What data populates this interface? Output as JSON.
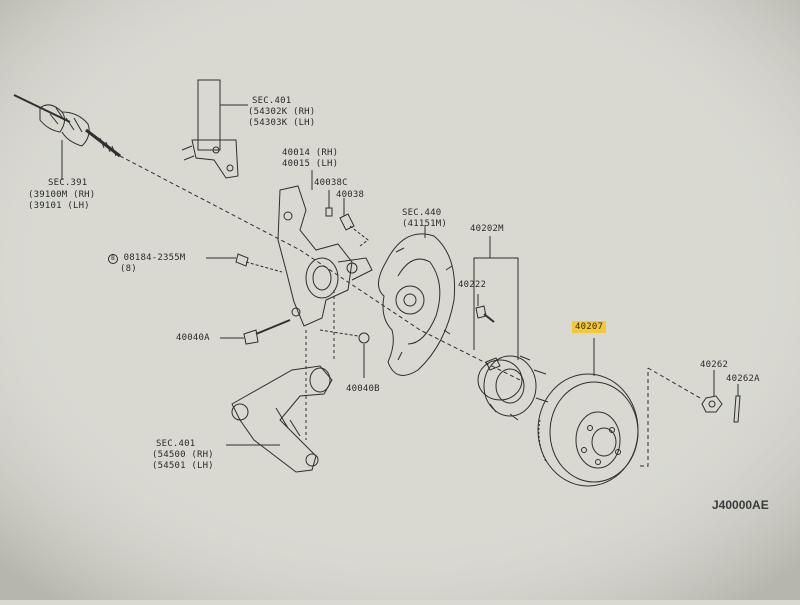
{
  "labels": {
    "sec391_title": "SEC.391",
    "sec391_rh": "(39100M (RH)",
    "sec391_lh": "(39101  (LH)",
    "sec401_top_title": "SEC.401",
    "sec401_top_rh": "(54302K (RH)",
    "sec401_top_lh": "(54303K (LH)",
    "knuckle_rh": "40014 (RH)",
    "knuckle_lh": "40015 (LH)",
    "p40038c": "40038C",
    "p40038": "40038",
    "bolt_08184": "08184-2355M",
    "bolt_08184_qty": "(8)",
    "p40040a": "40040A",
    "p40040b": "40040B",
    "sec440_title": "SEC.440",
    "sec440_sub": "(41151M)",
    "p40202m": "40202M",
    "p40222": "40222",
    "p40207": "40207",
    "p40262": "40262",
    "p40262a": "40262A",
    "sec401_bot_title": "SEC.401",
    "sec401_bot_rh": "(54500 (RH)",
    "sec401_bot_lh": "(54501 (LH)",
    "diagram_code": "J40000AE"
  },
  "colors": {
    "paper": "#d9d9d2",
    "ink": "#2b2b2b",
    "highlight": "#f3c93a"
  }
}
